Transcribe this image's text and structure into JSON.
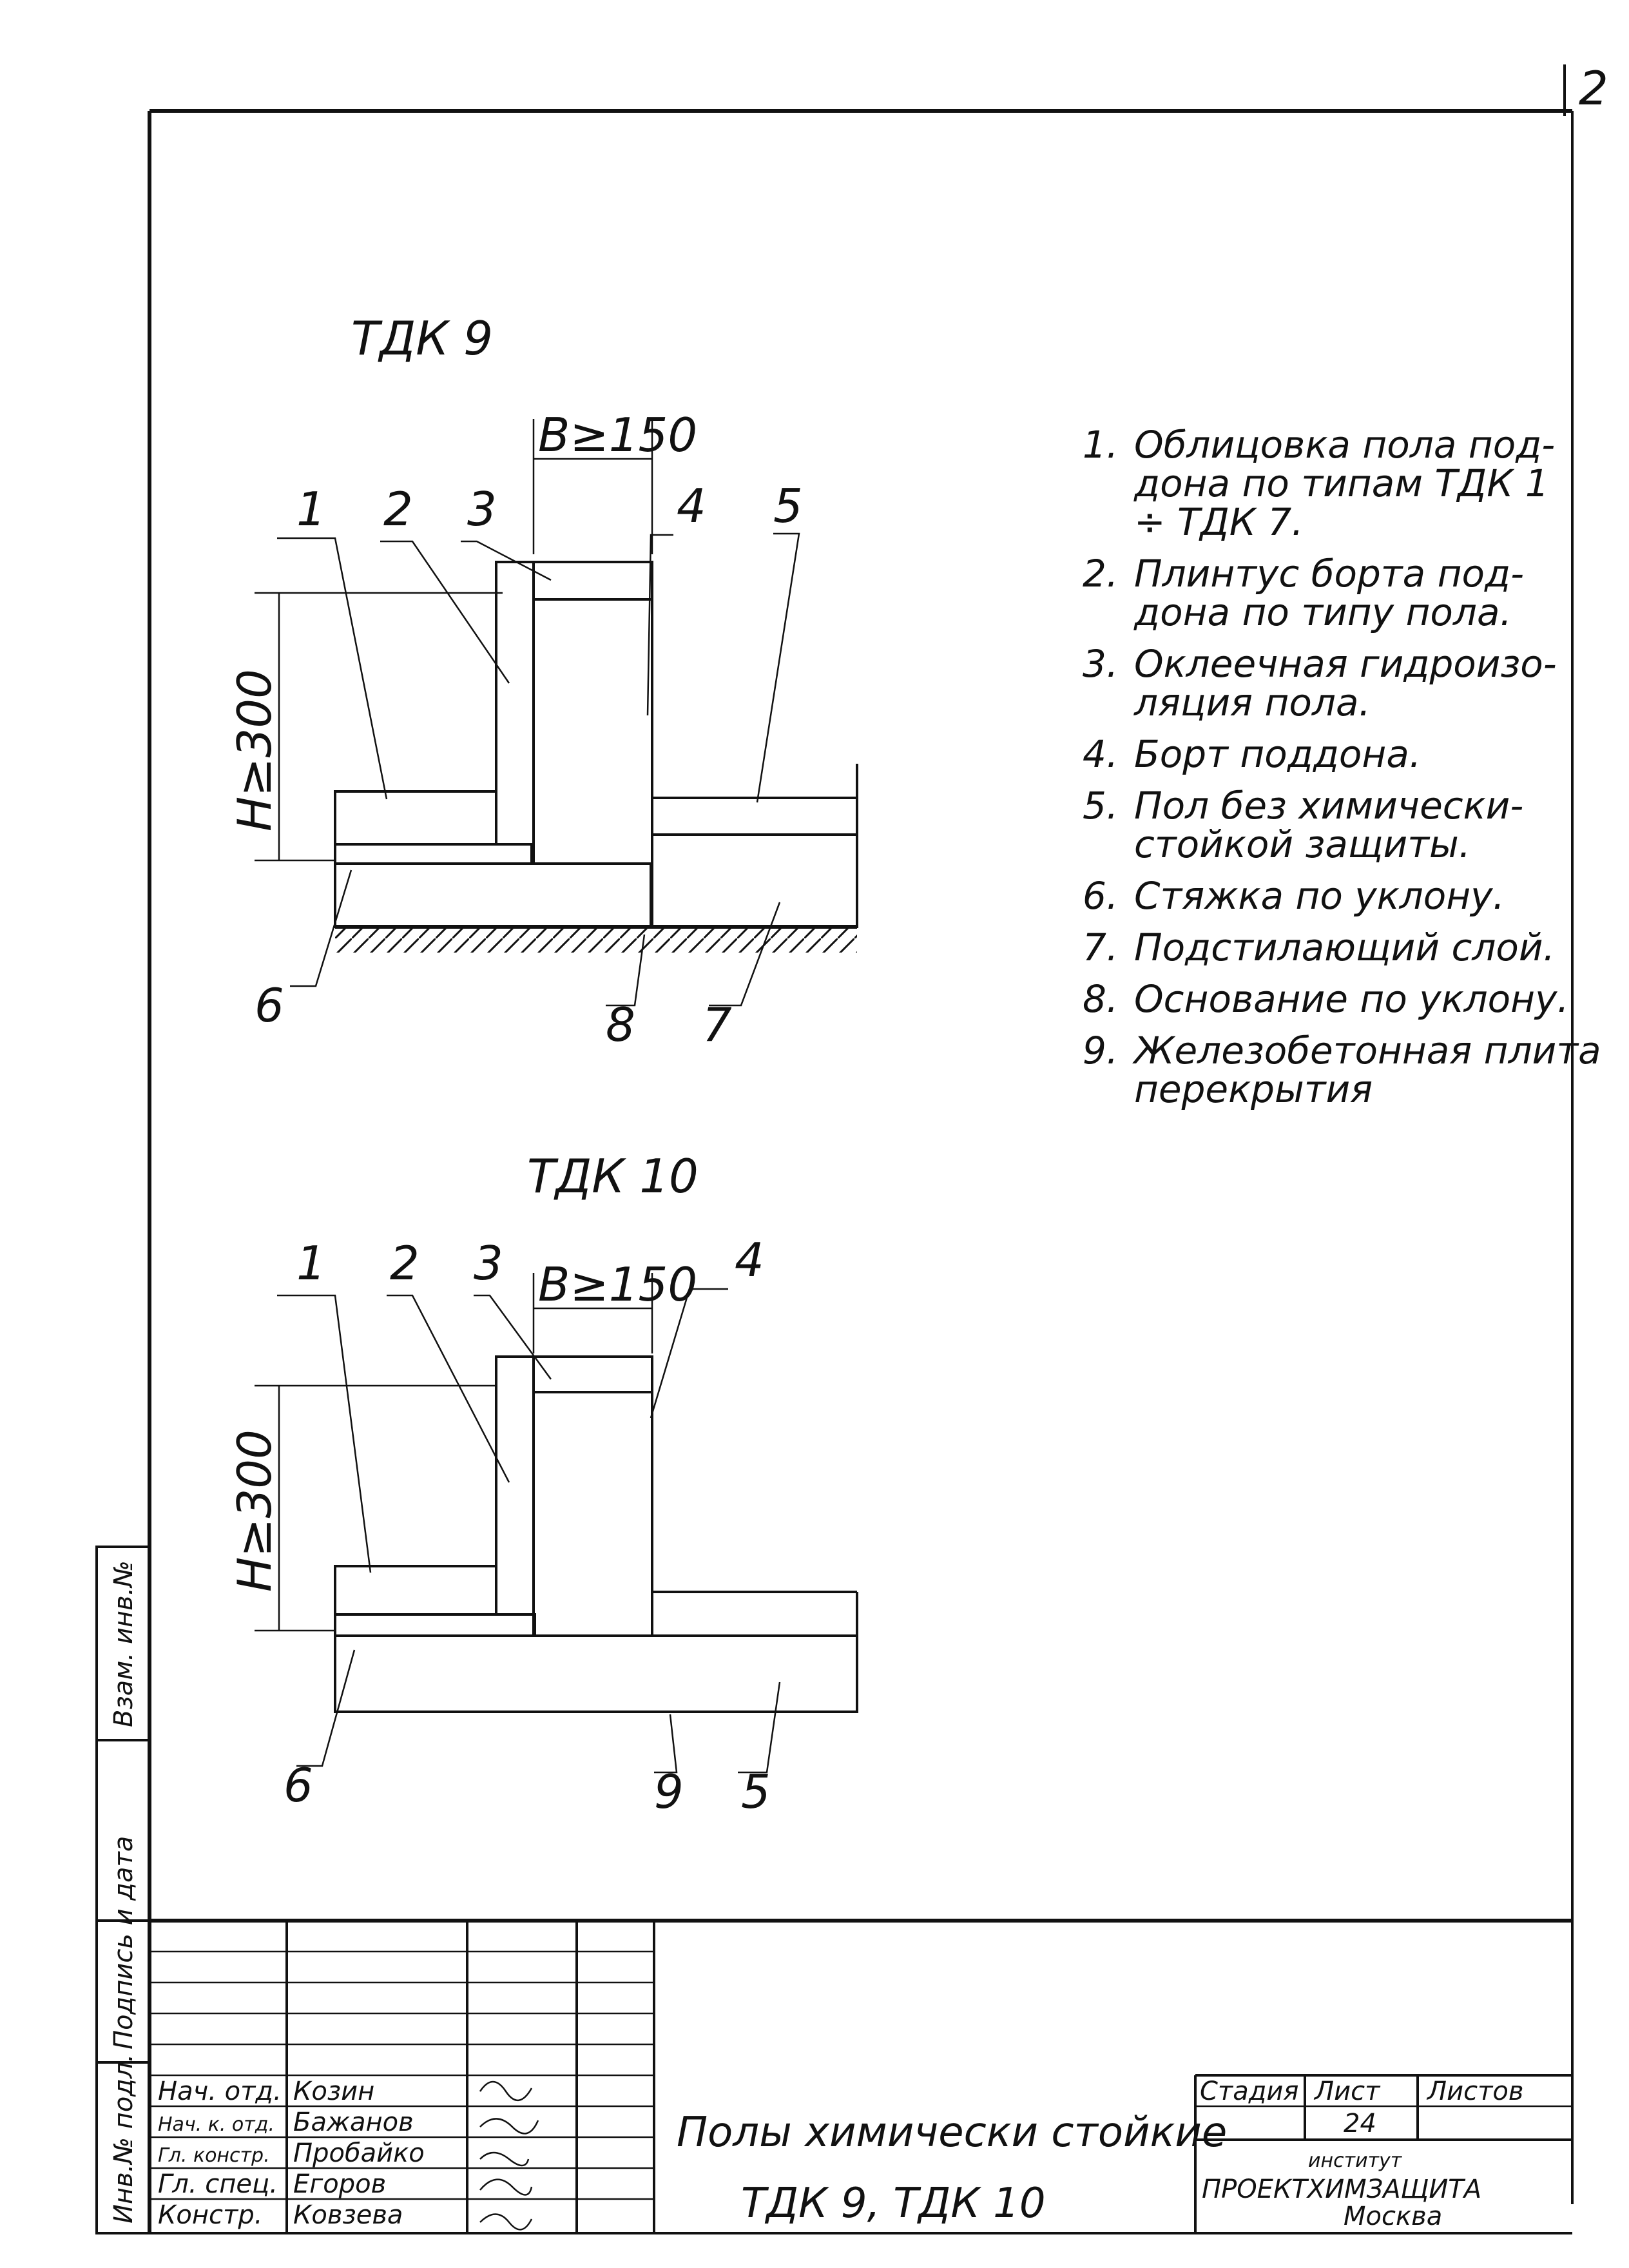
{
  "sheet_number": "2",
  "drawing_1": {
    "title": "ТДК 9",
    "dim_b": "B≥150",
    "dim_h": "H≥300",
    "callouts": [
      "1",
      "2",
      "3",
      "4",
      "5",
      "6",
      "8",
      "7"
    ]
  },
  "drawing_2": {
    "title": "ТДК 10",
    "dim_b": "B≥150",
    "dim_h": "H≥300",
    "callouts": [
      "1",
      "2",
      "3",
      "4",
      "6",
      "9",
      "5"
    ]
  },
  "legend": [
    {
      "num": "1.",
      "lines": [
        "Облицовка пола под-",
        "дона по типам ТДК 1",
        "÷ ТДК 7."
      ]
    },
    {
      "num": "2.",
      "lines": [
        "Плинтус борта под-",
        "дона по типу пола."
      ]
    },
    {
      "num": "3.",
      "lines": [
        "Оклеечная гидроизо-",
        "ляция пола."
      ]
    },
    {
      "num": "4.",
      "lines": [
        "Борт поддона."
      ]
    },
    {
      "num": "5.",
      "lines": [
        "Пол без химически-",
        "стойкой защиты."
      ]
    },
    {
      "num": "6.",
      "lines": [
        "Стяжка по уклону."
      ]
    },
    {
      "num": "7.",
      "lines": [
        "Подстилающий слой."
      ]
    },
    {
      "num": "8.",
      "lines": [
        "Основание по уклону."
      ]
    },
    {
      "num": "9.",
      "lines": [
        "Железобетонная плита",
        "перекрытия"
      ]
    }
  ],
  "side_stamp": [
    "Инв.№ подл.",
    "Подпись и дата",
    "Взам. инв.№"
  ],
  "title_block": {
    "roles": [
      {
        "role": "Нач. отд.",
        "name": "Козин"
      },
      {
        "role": "Нач. к. отд.",
        "name": "Бажанов"
      },
      {
        "role": "Гл. констр.",
        "name": "Пробайко"
      },
      {
        "role": "Гл. спец.",
        "name": "Егоров"
      },
      {
        "role": "Констр.",
        "name": "Ковзева"
      }
    ],
    "title_line1": "Полы химически стойкие",
    "title_line2": "ТДК 9,  ТДК 10",
    "stage_label": "Стадия",
    "sheet_label": "Лист",
    "sheets_label": "Листов",
    "sheet_value": "24",
    "org_line1": "институт",
    "org_line2": "ПРОЕКТХИМЗАЩИТА",
    "org_line3": "Москва"
  }
}
